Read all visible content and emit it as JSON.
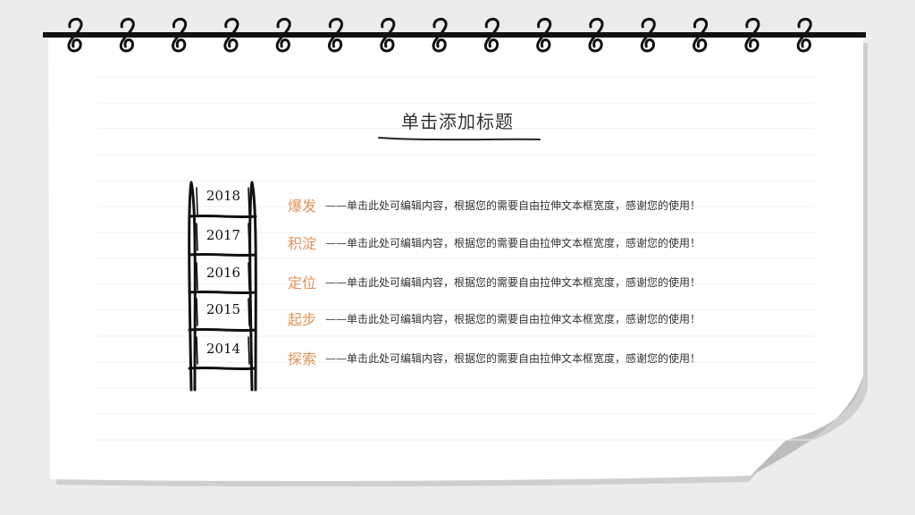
{
  "slide": {
    "title": "单击添加标题",
    "colors": {
      "accent": "#e0925a",
      "ink": "#111111",
      "paper": "#ffffff",
      "background": "#ececec"
    }
  },
  "ladder": {
    "years": [
      "2018",
      "2017",
      "2016",
      "2015",
      "2014"
    ]
  },
  "timeline": [
    {
      "keyword": "爆发",
      "text": "——单击此处可编辑内容，根据您的需要自由拉伸文本框宽度，感谢您的使用！"
    },
    {
      "keyword": "积淀",
      "text": "——单击此处可编辑内容，根据您的需要自由拉伸文本框宽度，感谢您的使用！"
    },
    {
      "keyword": "定位",
      "text": "——单击此处可编辑内容，根据您的需要自由拉伸文本框宽度，感谢您的使用！"
    },
    {
      "keyword": "起步",
      "text": "——单击此处可编辑内容，根据您的需要自由拉伸文本框宽度，感谢您的使用！"
    },
    {
      "keyword": "探索",
      "text": "——单击此处可编辑内容，根据您的需要自由拉伸文本框宽度，感谢您的使用！"
    }
  ]
}
